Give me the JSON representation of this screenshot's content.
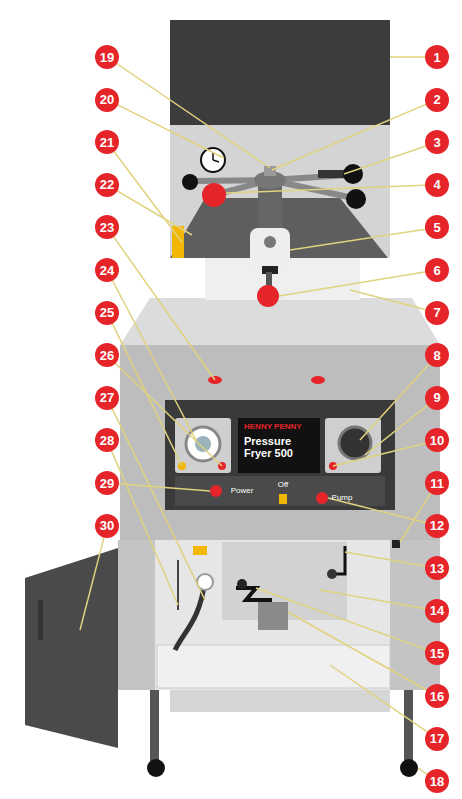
{
  "diagram": {
    "nodes": [
      {
        "text": [
          "HENNY PENNY",
          "Pressure Fryer 500"
        ]
      }
    ],
    "labels": [
      "1",
      "2",
      "3",
      "4",
      "5",
      "6",
      "7",
      "8",
      "9",
      "10",
      "11",
      "12",
      "13",
      "14",
      "15",
      "16",
      "17",
      "18",
      "19",
      "20",
      "21",
      "22",
      "23",
      "24",
      "25",
      "26",
      "27",
      "28",
      "29",
      "30",
      "Power",
      "Off",
      "Pump"
    ]
  }
}
